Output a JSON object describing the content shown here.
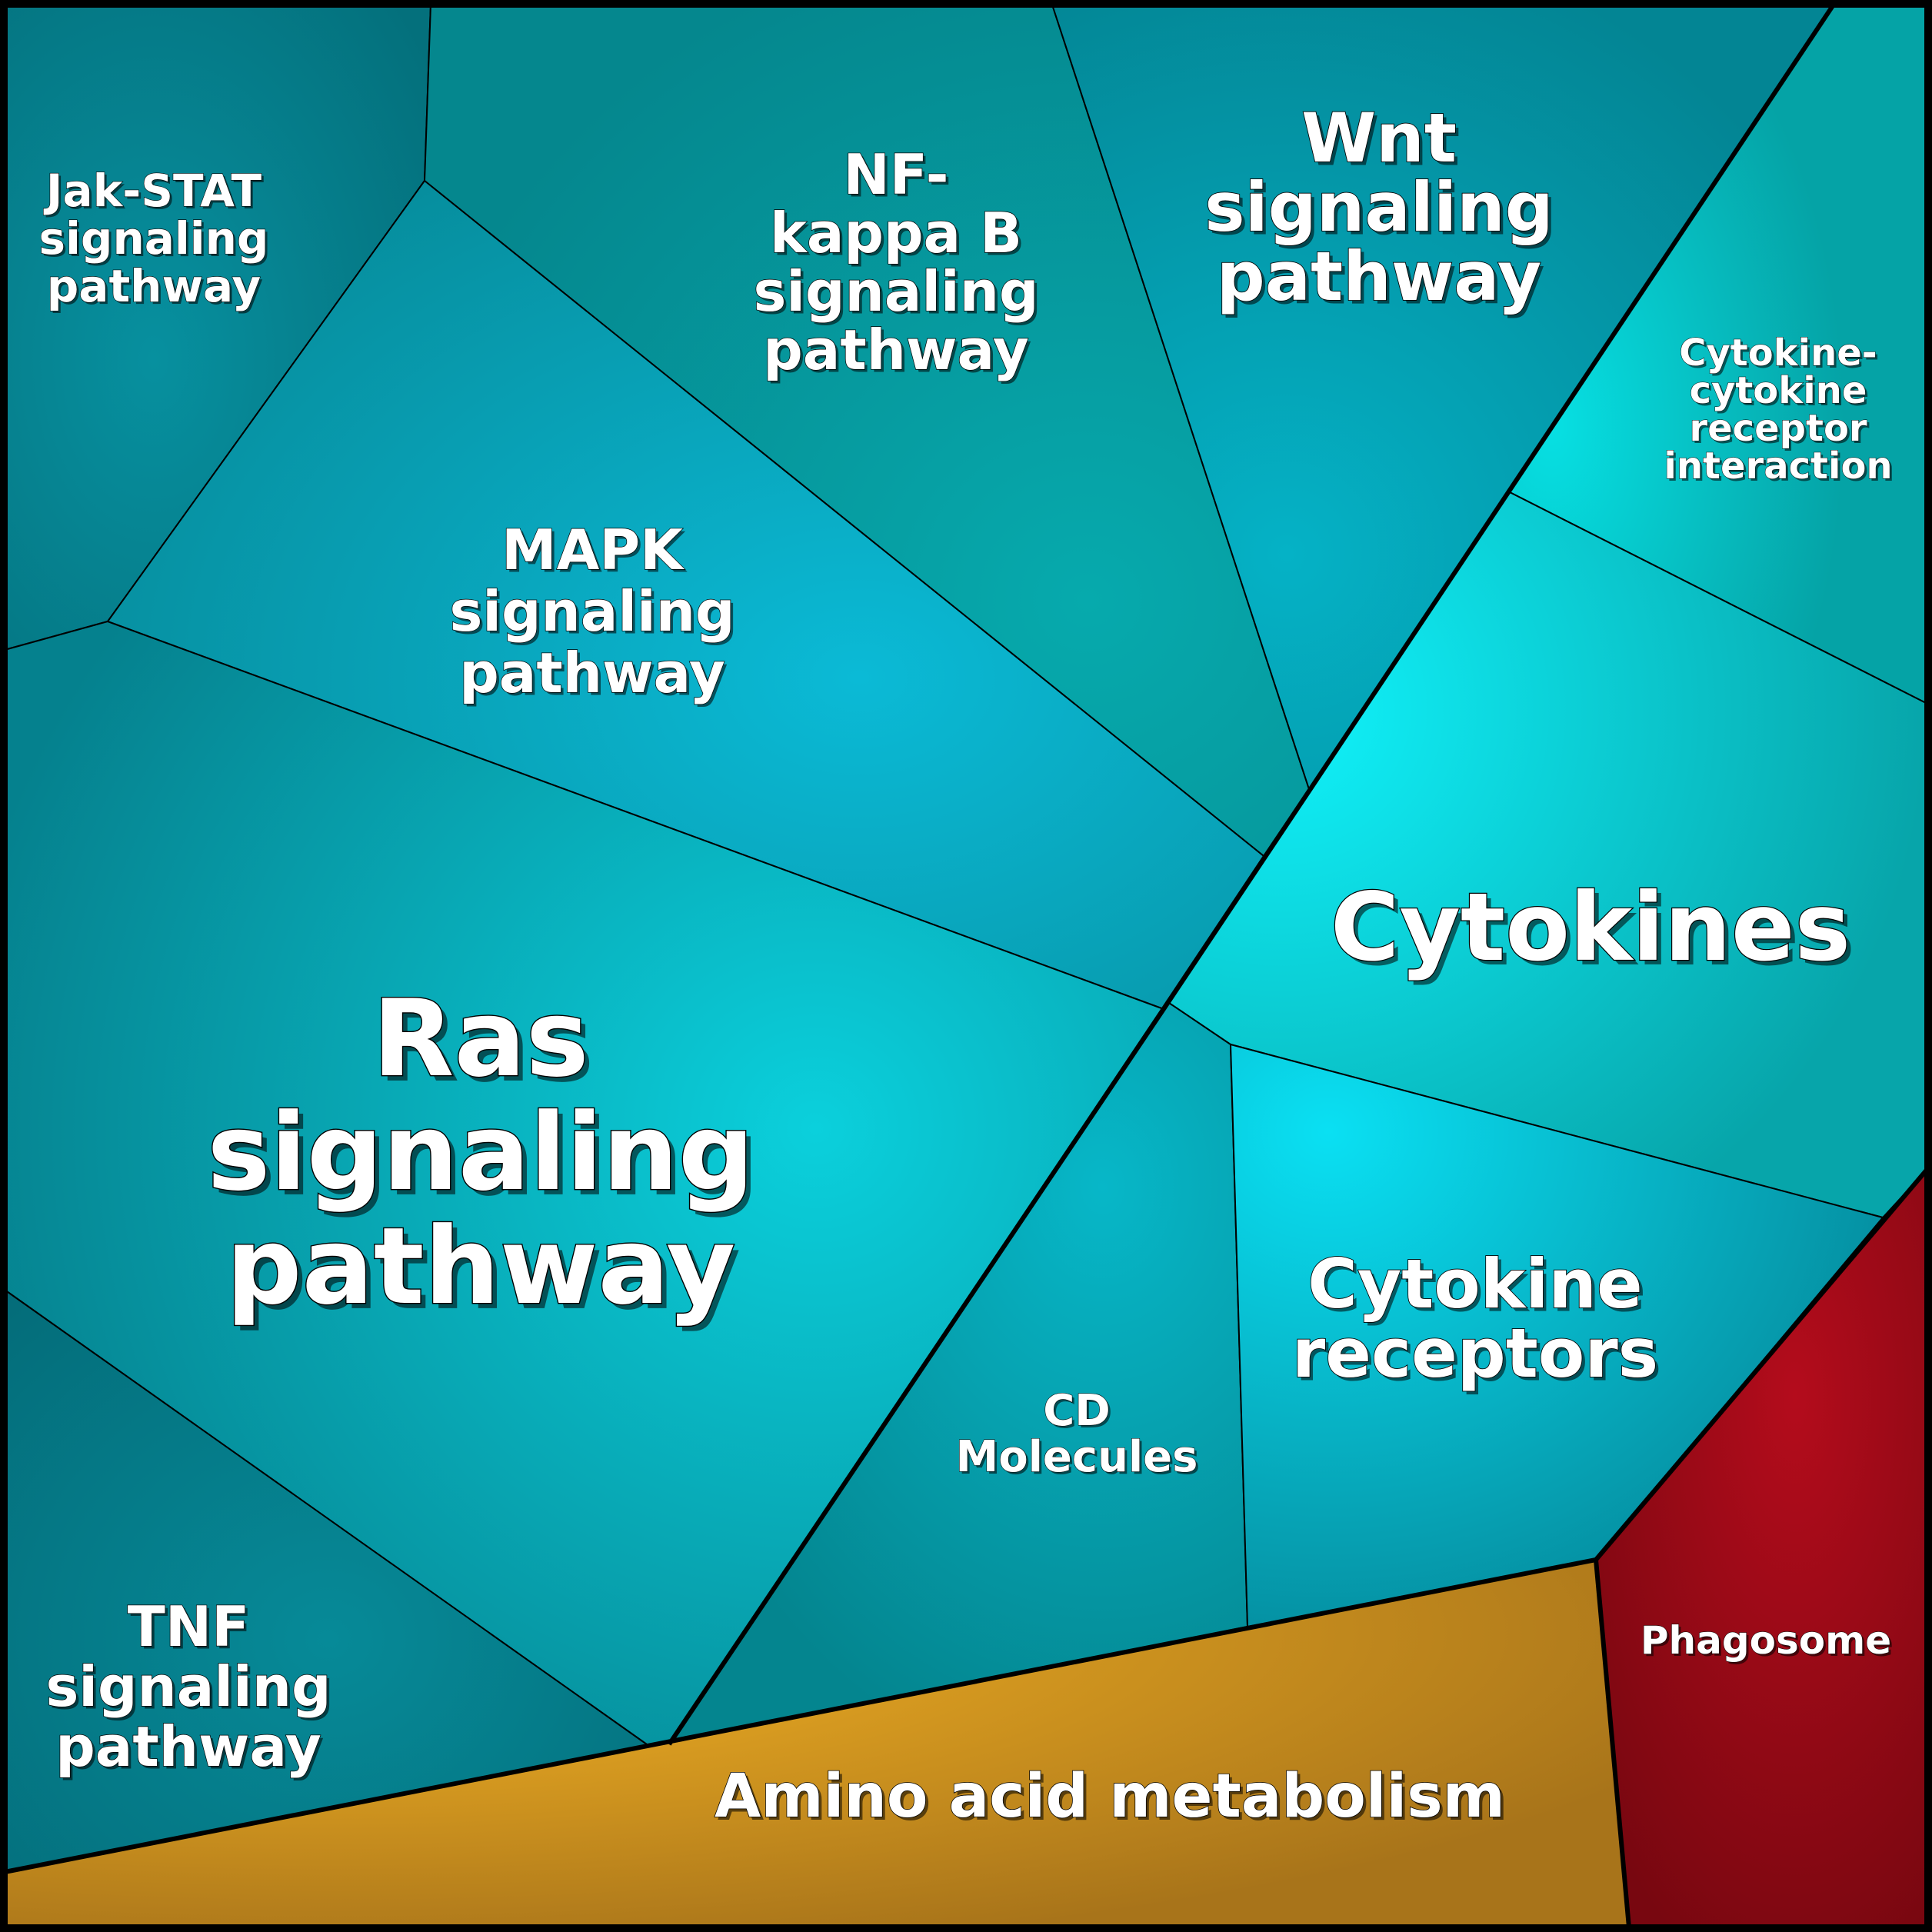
{
  "diagram": {
    "type": "voronoi-treemap",
    "palette": {
      "teal_dark": "#046f7c",
      "teal_mid": "#069aa8",
      "teal_bright": "#0bd0e0",
      "cyan_bright": "#10f2fb",
      "gold_bright": "#f5b323",
      "gold_dark": "#a9761a",
      "red_bright": "#b40c1c",
      "red_dark": "#760710",
      "border": "#000000"
    },
    "cells": [
      {
        "id": "jak-stat",
        "label_lines": [
          "Jak-STAT",
          "signaling",
          "pathway"
        ],
        "group": "signaling"
      },
      {
        "id": "nf-kappa-b",
        "label_lines": [
          "NF-",
          "kappa B",
          "signaling",
          "pathway"
        ],
        "group": "signaling"
      },
      {
        "id": "wnt",
        "label_lines": [
          "Wnt",
          "signaling",
          "pathway"
        ],
        "group": "signaling"
      },
      {
        "id": "cytokine-cytokine-receptor",
        "label_lines": [
          "Cytokine-",
          "cytokine",
          "receptor",
          "interaction"
        ],
        "group": "signaling"
      },
      {
        "id": "mapk",
        "label_lines": [
          "MAPK",
          "signaling",
          "pathway"
        ],
        "group": "signaling"
      },
      {
        "id": "ras",
        "label_lines": [
          "Ras",
          "signaling",
          "pathway"
        ],
        "group": "signaling"
      },
      {
        "id": "cytokines",
        "label_lines": [
          "Cytokines"
        ],
        "group": "signaling"
      },
      {
        "id": "cd-molecules",
        "label_lines": [
          "CD",
          "Molecules"
        ],
        "group": "signaling"
      },
      {
        "id": "cytokine-receptors",
        "label_lines": [
          "Cytokine",
          "receptors"
        ],
        "group": "signaling"
      },
      {
        "id": "tnf",
        "label_lines": [
          "TNF",
          "signaling",
          "pathway"
        ],
        "group": "signaling"
      },
      {
        "id": "phagosome",
        "label_lines": [
          "Phagosome"
        ],
        "group": "cellular"
      },
      {
        "id": "amino-acid-metabolism",
        "label_lines": [
          "Amino acid metabolism"
        ],
        "group": "metabolism"
      }
    ]
  }
}
